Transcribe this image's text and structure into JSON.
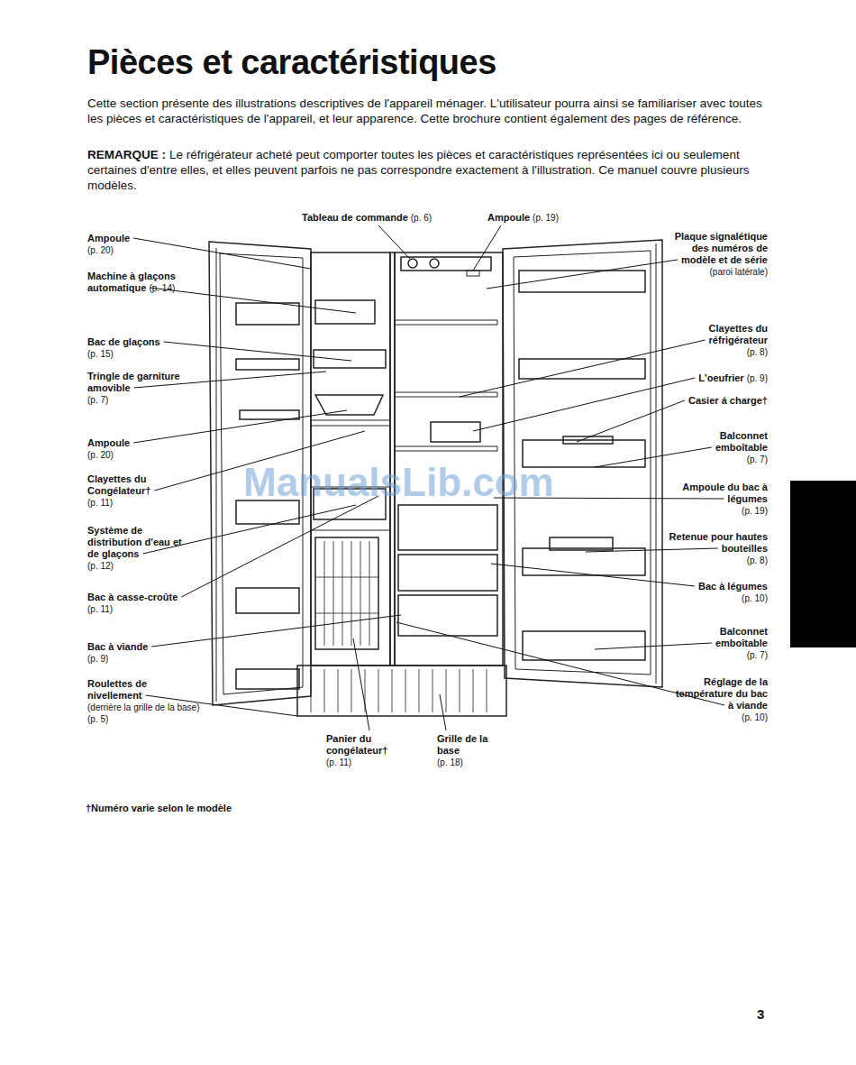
{
  "diagram": {
    "title": "Pièces et caractéristiques",
    "labels": [
      "Cette section présente des illustrations descriptives de l'appareil ménager. L'utilisateur pourra ainsi se familiariser avec toutes les pièces et caractéristiques de l'appareil, et leur apparence. Cette brochure contient également des pages de référence.",
      "REMARQUE :",
      "Le réfrigérateur acheté peut comporter toutes les pièces et caractéristiques représentées ici ou seulement certaines d'entre elles, et elles peuvent parfois ne pas correspondre exactement à l'illustration. Ce manuel couvre plusieurs modèles.",
      "Tableau de commande",
      "(p. 6)",
      "Ampoule",
      "(p. 19)",
      "Ampoule",
      "(p. 20)",
      "Machine à glaçons automatique",
      "(p. 14)",
      "Bac de glaçons",
      "(p. 15)",
      "Tringle de garniture amovible",
      "(p. 7)",
      "Ampoule",
      "(p. 20)",
      "Clayettes du Congélateur†",
      "(p. 11)",
      "Système de distribution d'eau et de glaçons",
      "(p. 12)",
      "Bac à casse-croûte",
      "(p. 11)",
      "Bac à viande",
      "(p. 9)",
      "Roulettes de nivellement",
      "(derrière la grille de la base) (p. 5)",
      "Panier du congélateur†",
      "(p. 11)",
      "Grille de la base",
      "(p. 18)",
      "Plaque signalétique des numéros de modèle et de série",
      "(paroi latérale)",
      "Clayettes du réfrigérateur",
      "(p. 8)",
      "L'oeufrier",
      "(p. 9)",
      "Casier á charge†",
      "Balconnet emboîtable",
      "(p. 7)",
      "Ampoule du bac à légumes",
      "(p. 19)",
      "Retenue pour hautes bouteilles",
      "(p. 8)",
      "Bac à légumes",
      "(p. 10)",
      "Balconnet emboîtable",
      "(p. 7)",
      "Réglage de la température du bac à viande",
      "(p. 10)",
      "†Numéro varie selon le modèle",
      "3",
      "ManualsLib.com"
    ]
  }
}
